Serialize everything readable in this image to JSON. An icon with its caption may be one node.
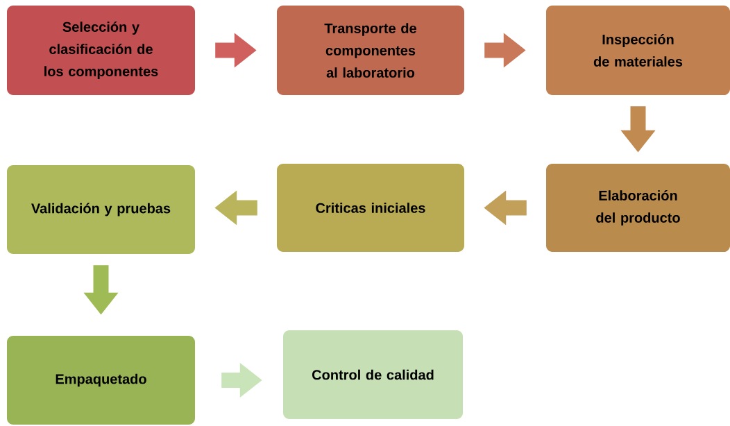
{
  "diagram": {
    "nodes": [
      {
        "text": [
          "Selección y clasificación de los componentes"
        ]
      },
      {
        "text": [
          "Transporte de componentes al laboratorio"
        ]
      },
      {
        "text": [
          "Inspección de materiales"
        ]
      },
      {
        "text": [
          "Elaboración del producto"
        ]
      },
      {
        "text": [
          "Criticas iniciales"
        ]
      },
      {
        "text": [
          "Validación y pruebas"
        ]
      },
      {
        "text": [
          "Empaquetado"
        ]
      },
      {
        "text": [
          "Control de calidad"
        ]
      }
    ],
    "edges": [
      {
        "from": 0,
        "to": 1,
        "arrow": "to",
        "color": "#d0605e"
      },
      {
        "from": 1,
        "to": 2,
        "arrow": "to",
        "color": "#c9785a"
      },
      {
        "from": 2,
        "to": 3,
        "arrow": "to",
        "color": "#c08a50"
      },
      {
        "from": 3,
        "to": 4,
        "arrow": "to",
        "color": "#c2a05a"
      },
      {
        "from": 4,
        "to": 5,
        "arrow": "to",
        "color": "#bab55c"
      },
      {
        "from": 5,
        "to": 6,
        "arrow": "to",
        "color": "#9fbb55"
      },
      {
        "from": 6,
        "to": 7,
        "arrow": "to",
        "color": "#c8e4b8"
      }
    ]
  }
}
